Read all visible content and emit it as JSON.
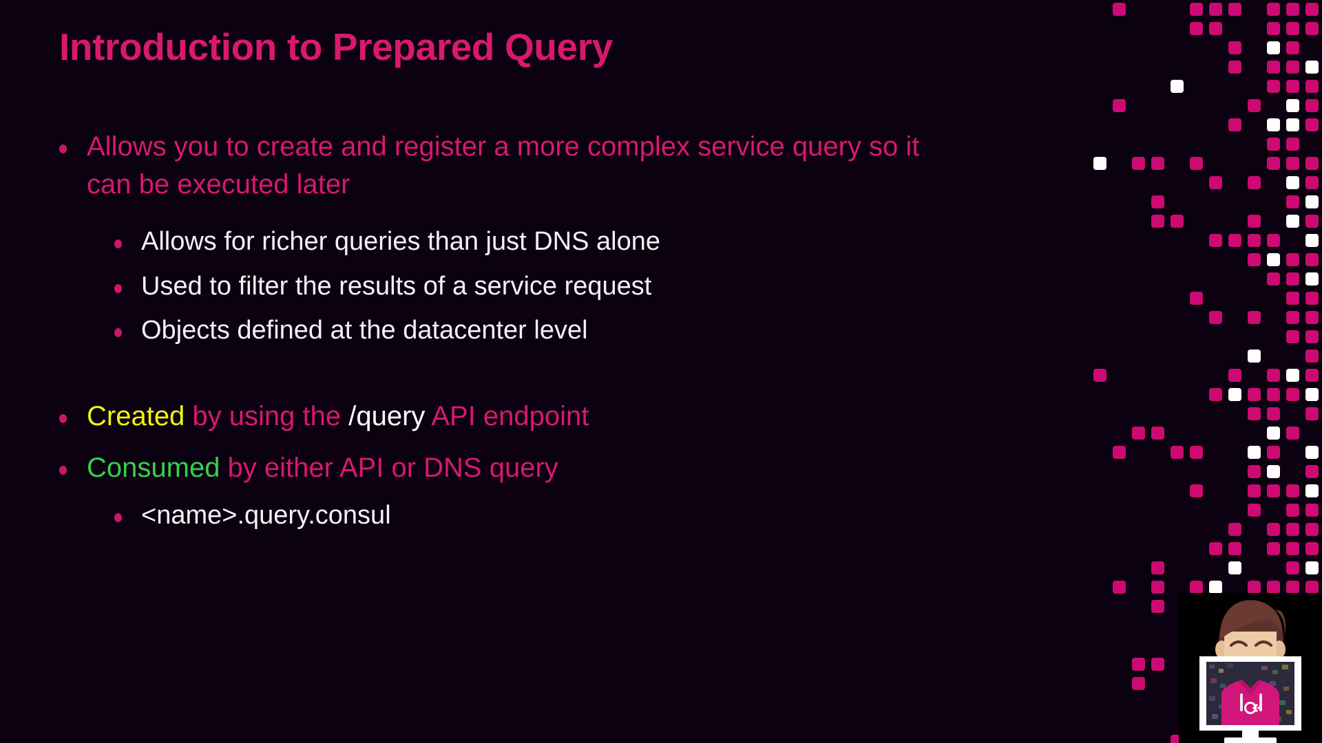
{
  "slide": {
    "title": "Introduction to Prepared Query",
    "background_color": "#0b0110",
    "accent_color": "#d9186f",
    "bullets": [
      {
        "level": 1,
        "text": "Allows you to create and register a more complex service query so it can be executed later",
        "color": "#d9186f"
      },
      {
        "level": 2,
        "text": "Allows for richer queries than just DNS alone",
        "color": "#f4f2f6"
      },
      {
        "level": 2,
        "text": "Used to filter the results of a service request",
        "color": "#f4f2f6"
      },
      {
        "level": 2,
        "text": "Objects defined at the datacenter level",
        "color": "#f4f2f6"
      },
      {
        "level": 1,
        "runs": [
          {
            "text": "Created",
            "color": "#f2f211"
          },
          {
            "text": " by using the ",
            "color": "#d9186f"
          },
          {
            "text": "/query",
            "color": "#ffffff"
          },
          {
            "text": " API endpoint",
            "color": "#d9186f"
          }
        ]
      },
      {
        "level": 1,
        "runs": [
          {
            "text": "Consumed",
            "color": "#36d14b"
          },
          {
            "text": " by either API or DNS query",
            "color": "#d9186f"
          }
        ]
      },
      {
        "level": 2,
        "text": "<name>.query.consul",
        "color": "#f4f2f6"
      }
    ],
    "bullet_lines": {
      "b1": "Allows you to create and register a more complex service query so it",
      "b1b": "can be executed later",
      "b2": "Allows for richer queries than just DNS alone",
      "b3": "Used to filter the results of a service request",
      "b4": "Objects defined at the datacenter level",
      "b5_created": "Created",
      "b5_by": " by using the ",
      "b5_query": "/query",
      "b5_api": " API endpoint",
      "b6_consumed": "Consumed",
      "b6_rest": " by either API or DNS query",
      "b7": "<name>.query.consul"
    },
    "decoration": {
      "name": "pixel-grid-decoration",
      "colors": [
        "#cc0a72",
        "#ffffff"
      ]
    },
    "presenter": {
      "name": "presenter-avatar",
      "description": "Bearded presenter avatar in magenta Consul hoodie inside white monitor frame",
      "hoodie_color": "#d1167c",
      "hair_color": "#6b3a32",
      "skin_color": "#e8c6a4",
      "frame_color": "#ffffff",
      "logo": "consul-logo"
    }
  }
}
